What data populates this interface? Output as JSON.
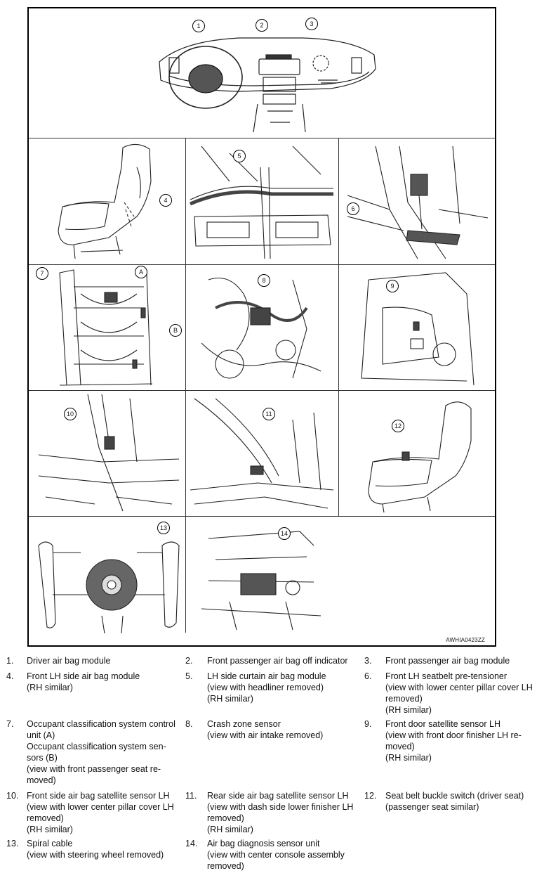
{
  "figure": {
    "code": "AWHIA0423ZZ",
    "callouts": [
      "1",
      "2",
      "3",
      "4",
      "5",
      "6",
      "7",
      "8",
      "9",
      "10",
      "11",
      "12",
      "13",
      "14",
      "A",
      "B"
    ]
  },
  "legend": {
    "items": [
      {
        "num": "1.",
        "lines": [
          "Driver air bag module"
        ]
      },
      {
        "num": "2.",
        "lines": [
          "Front passenger air bag off indicator"
        ]
      },
      {
        "num": "3.",
        "lines": [
          "Front passenger air bag module"
        ]
      },
      {
        "num": "4.",
        "lines": [
          "Front LH side air bag module",
          "(RH similar)"
        ]
      },
      {
        "num": "5.",
        "lines": [
          "LH side curtain air bag module",
          "(view with headliner removed)",
          "(RH similar)"
        ]
      },
      {
        "num": "6.",
        "lines": [
          "Front LH seatbelt pre-tensioner",
          "(view with lower center pillar cover LH",
          "removed)",
          "(RH similar)"
        ]
      },
      {
        "num": "7.",
        "lines": [
          "Occupant classification system control",
          "unit (A)",
          "Occupant classification system sen-",
          "sors (B)",
          "(view with front passenger seat re-",
          "moved)"
        ]
      },
      {
        "num": "8.",
        "lines": [
          "Crash zone sensor",
          "(view with air intake removed)"
        ]
      },
      {
        "num": "9.",
        "lines": [
          "Front door satellite sensor LH",
          "(view with front door finisher LH re-",
          "moved)",
          "(RH similar)"
        ]
      },
      {
        "num": "10.",
        "lines": [
          "Front side air bag satellite sensor LH",
          "(view with lower center pillar cover LH",
          "removed)",
          "(RH similar)"
        ]
      },
      {
        "num": "11.",
        "lines": [
          "Rear side air bag satellite sensor LH",
          "(view with dash side lower finisher LH",
          "removed)",
          "(RH similar)"
        ]
      },
      {
        "num": "12.",
        "lines": [
          "Seat belt buckle switch (driver seat)",
          "(passenger seat similar)"
        ]
      },
      {
        "num": "13.",
        "lines": [
          "Spiral cable",
          "(view with steering wheel removed)"
        ]
      },
      {
        "num": "14.",
        "lines": [
          "Air bag diagnosis sensor unit",
          "(view with center console assembly",
          "removed)"
        ]
      }
    ]
  }
}
